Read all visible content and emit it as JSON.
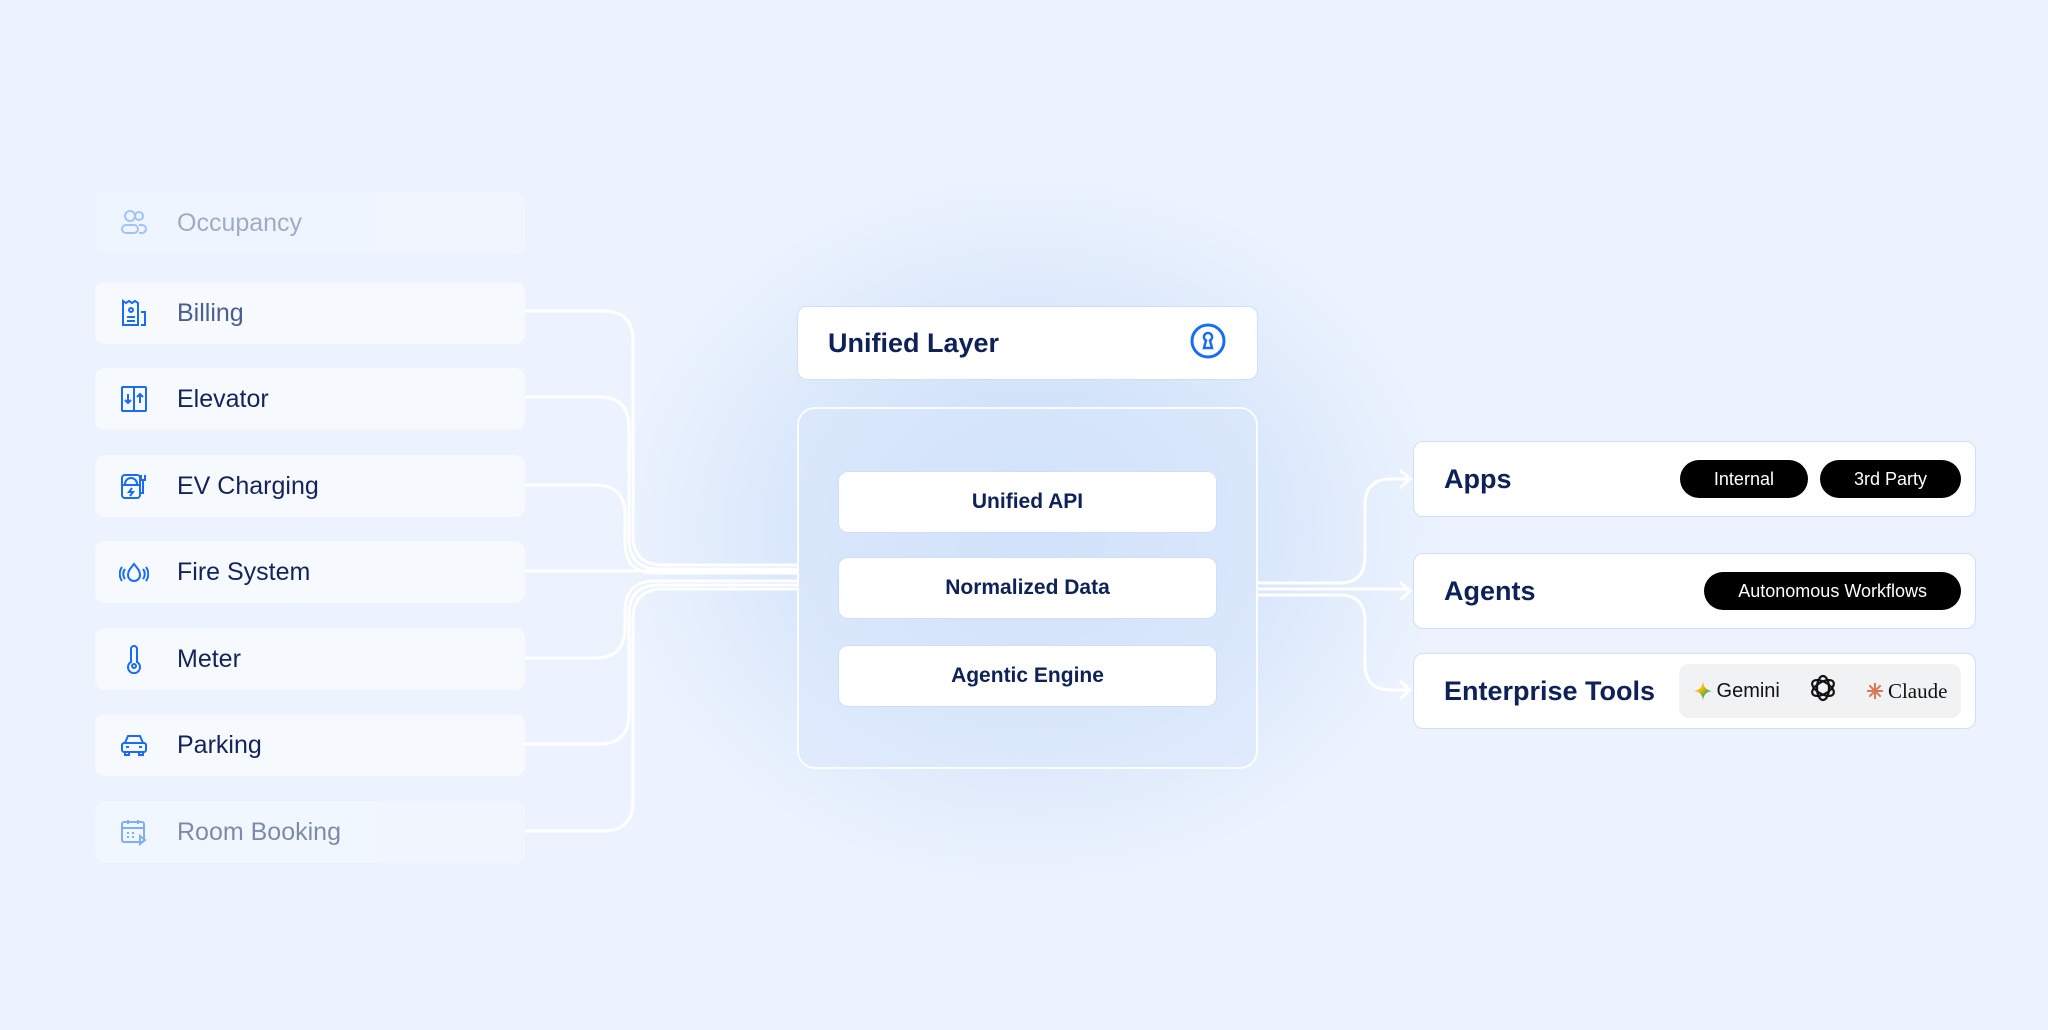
{
  "sources": [
    {
      "label": "Occupancy",
      "icon": "people-icon"
    },
    {
      "label": "Billing",
      "icon": "receipt-icon"
    },
    {
      "label": "Elevator",
      "icon": "elevator-icon"
    },
    {
      "label": "EV Charging",
      "icon": "ev-charger-icon"
    },
    {
      "label": "Fire System",
      "icon": "fire-alarm-icon"
    },
    {
      "label": "Meter",
      "icon": "thermometer-icon"
    },
    {
      "label": "Parking",
      "icon": "car-icon"
    },
    {
      "label": "Room Booking",
      "icon": "calendar-icon"
    }
  ],
  "unified_layer": {
    "title": "Unified Layer",
    "icon": "keyhole-icon"
  },
  "core": [
    "Unified API",
    "Normalized Data",
    "Agentic Engine"
  ],
  "outputs": {
    "apps": {
      "title": "Apps",
      "tags": [
        "Internal",
        "3rd Party"
      ]
    },
    "agents": {
      "title": "Agents",
      "tags": [
        "Autonomous Workflows"
      ]
    },
    "tools": {
      "title": "Enterprise Tools",
      "logos": [
        "Gemini",
        "Claude"
      ]
    }
  },
  "colors": {
    "accent": "#1a6cf5",
    "text": "#0f2257",
    "bg": "#ecf3fe"
  }
}
